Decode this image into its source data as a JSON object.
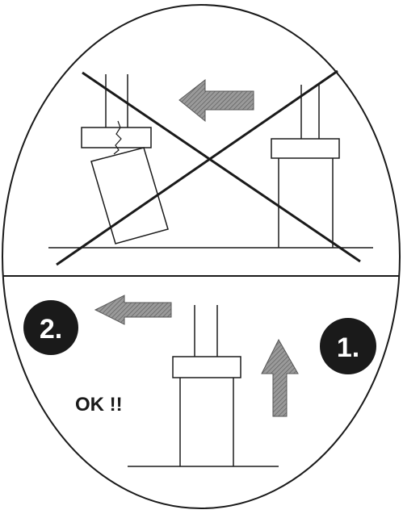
{
  "steps": [
    {
      "label": "1."
    },
    {
      "label": "2."
    }
  ],
  "ok_text": "OK !!",
  "colors": {
    "ink": "#1a1a1a",
    "arrow_fill": "#8c8c8c",
    "badge_fill": "#1a1a1a",
    "background": "#ffffff"
  },
  "icons": {
    "wrong_panel_arrow": "left-arrow-icon",
    "correct_panel_left_arrow": "left-arrow-icon",
    "correct_panel_up_arrow": "up-arrow-icon",
    "wrong_marker": "cross-out-icon"
  }
}
